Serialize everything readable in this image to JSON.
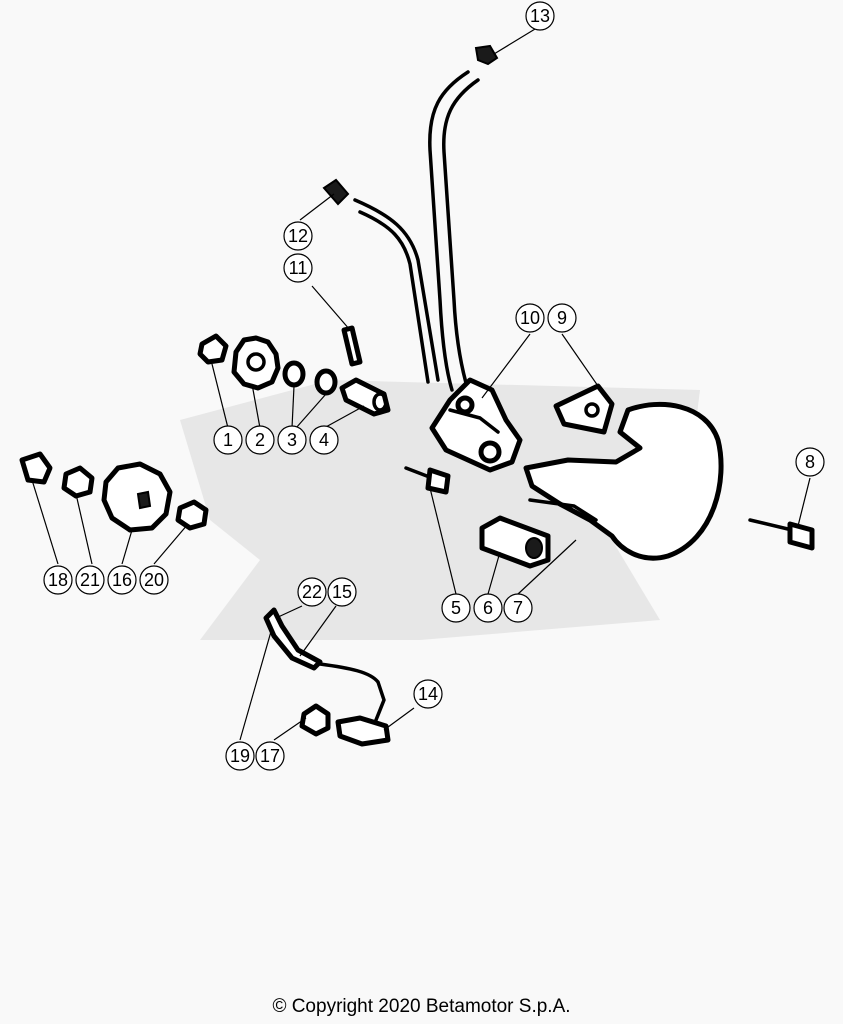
{
  "diagram": {
    "callouts": [
      "1",
      "2",
      "3",
      "4",
      "5",
      "6",
      "7",
      "8",
      "9",
      "10",
      "11",
      "12",
      "13",
      "14",
      "15",
      "16",
      "17",
      "18",
      "19",
      "20",
      "21",
      "22"
    ]
  },
  "footer": {
    "copyright": "© Copyright 2020 Betamotor S.p.A."
  },
  "colors": {
    "line": "#000000",
    "background": "#f9f9f9",
    "watermark": "#d9d9d9"
  }
}
